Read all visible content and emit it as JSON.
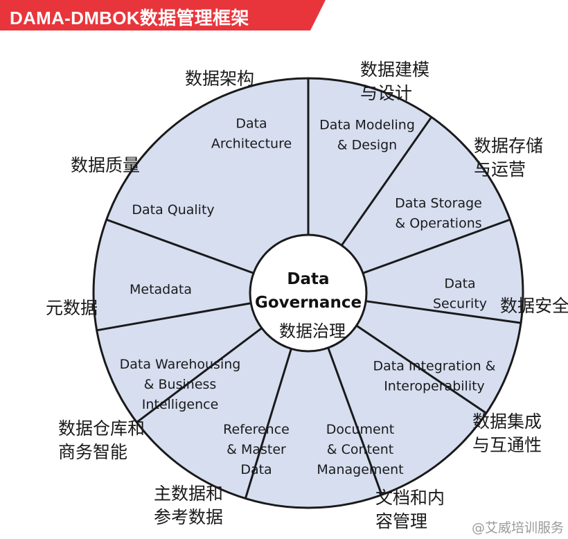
{
  "title": "DAMA-DMBOK数据管理框架",
  "colors": {
    "banner": "#e8353b",
    "sector_fill": "#d6def0",
    "outline": "#1a1a1a",
    "center_fill": "#ffffff"
  },
  "center": {
    "label_lines": [
      "Data",
      "Governance"
    ],
    "cn": "数据治理"
  },
  "sectors": [
    {
      "id": "architecture",
      "en_lines": [
        "Data",
        "Architecture"
      ],
      "cn_lines": [
        "数据架构"
      ]
    },
    {
      "id": "modeling",
      "en_lines": [
        "Data Modeling",
        "& Design"
      ],
      "cn_lines": [
        "数据建模",
        "与设计"
      ]
    },
    {
      "id": "storage",
      "en_lines": [
        "Data Storage",
        "& Operations"
      ],
      "cn_lines": [
        "数据存储",
        "与运营"
      ]
    },
    {
      "id": "security",
      "en_lines": [
        "Data",
        "Security"
      ],
      "cn_lines": [
        "数据安全"
      ]
    },
    {
      "id": "integration",
      "en_lines": [
        "Data Integration &",
        "Interoperability"
      ],
      "cn_lines": [
        "数据集成",
        "与互通性"
      ]
    },
    {
      "id": "document",
      "en_lines": [
        "Document",
        "& Content",
        "Management"
      ],
      "cn_lines": [
        "文档和内",
        "容管理"
      ]
    },
    {
      "id": "reference",
      "en_lines": [
        "Reference",
        "& Master",
        "Data"
      ],
      "cn_lines": [
        "主数据和",
        "参考数据"
      ]
    },
    {
      "id": "warehousing",
      "en_lines": [
        "Data Warehousing",
        "& Business",
        "Intelligence"
      ],
      "cn_lines": [
        "数据仓库和",
        "商务智能"
      ]
    },
    {
      "id": "metadata",
      "en_lines": [
        "Metadata"
      ],
      "cn_lines": [
        "元数据"
      ]
    },
    {
      "id": "quality",
      "en_lines": [
        "Data Quality"
      ],
      "cn_lines": [
        "数据质量"
      ]
    }
  ],
  "watermark": "@艾威培训服务"
}
